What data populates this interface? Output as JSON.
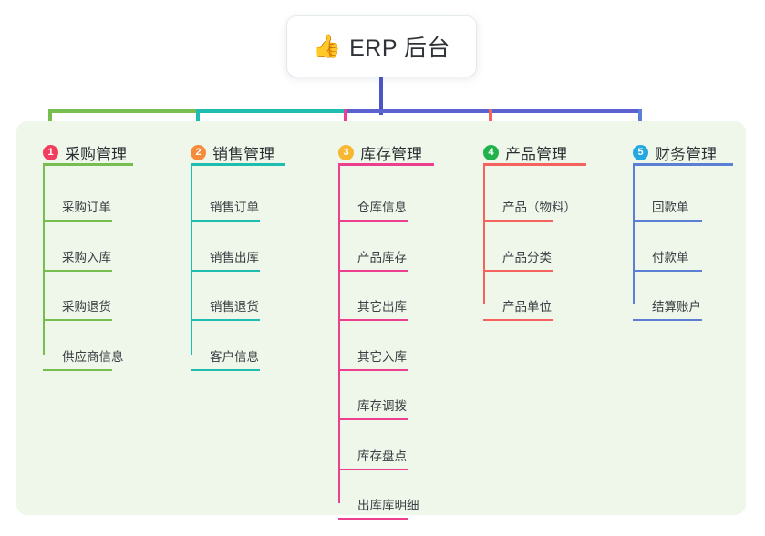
{
  "root": {
    "icon": "thumbs-up-emoji",
    "emoji": "👍",
    "title": "ERP 后台"
  },
  "palette": {
    "panel_bg": "#eef7ea",
    "page_bg": "#ffffff",
    "root_stem": "#4a54c4",
    "trunk": "#5b62cf",
    "text": "#2b2f33"
  },
  "columns": [
    {
      "index": "1",
      "title": "采购管理",
      "badge_color": "#f03f5e",
      "line_color": "#78bd4f",
      "items": [
        "采购订单",
        "采购入库",
        "采购退货",
        "供应商信息"
      ]
    },
    {
      "index": "2",
      "title": "销售管理",
      "badge_color": "#f68b3c",
      "line_color": "#1fbdb0",
      "items": [
        "销售订单",
        "销售出库",
        "销售退货",
        "客户信息"
      ]
    },
    {
      "index": "3",
      "title": "库存管理",
      "badge_color": "#f7b731",
      "line_color": "#ec3f90",
      "items": [
        "仓库信息",
        "产品库存",
        "其它出库",
        "其它入库",
        "库存调拨",
        "库存盘点",
        "出库库明细"
      ]
    },
    {
      "index": "4",
      "title": "产品管理",
      "badge_color": "#22b24c",
      "line_color": "#f4635e",
      "items": [
        "产品（物料）",
        "产品分类",
        "产品单位"
      ]
    },
    {
      "index": "5",
      "title": "财务管理",
      "badge_color": "#24a8e0",
      "line_color": "#5b7fd4",
      "items": [
        "回款单",
        "付款单",
        "结算账户"
      ]
    }
  ]
}
